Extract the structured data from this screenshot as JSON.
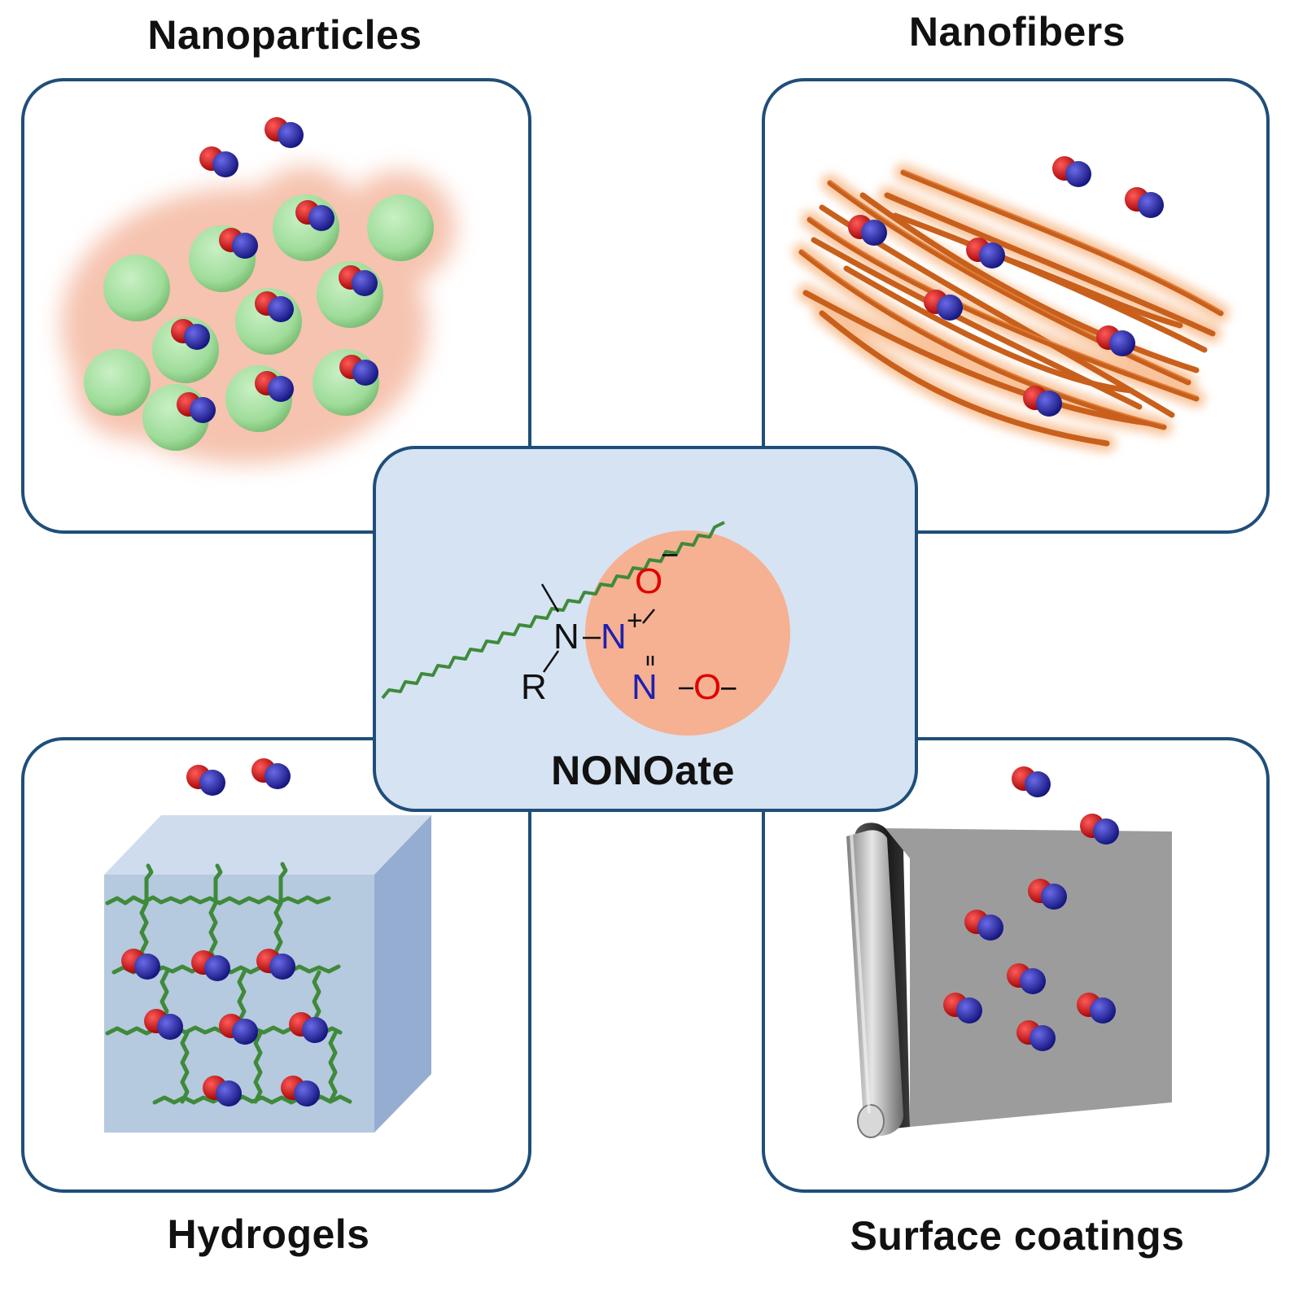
{
  "labels": {
    "nanoparticles": "Nanoparticles",
    "nanofibers": "Nanofibers",
    "hydrogels": "Hydrogels",
    "surface_coatings": "Surface coatings",
    "nonoate": "NONOate"
  },
  "chemistry": {
    "n_amine": "N",
    "n_plus": "N",
    "plus": "+",
    "n_double": "N",
    "o_top": "O",
    "o_right": "O",
    "minus": "−",
    "r_group": "R"
  },
  "colors": {
    "panel_border": "#1f4e79",
    "center_fill": "#d6e3f3",
    "polymer": "#3f8a3a",
    "nanoparticle": "#9fdc9a",
    "nanofiber": "#c8601c",
    "oxygen": "#e00000",
    "nitrogen": "#2020b0",
    "hydrogel_cube": "#b5c9df",
    "surface": "#9a9a9a"
  }
}
